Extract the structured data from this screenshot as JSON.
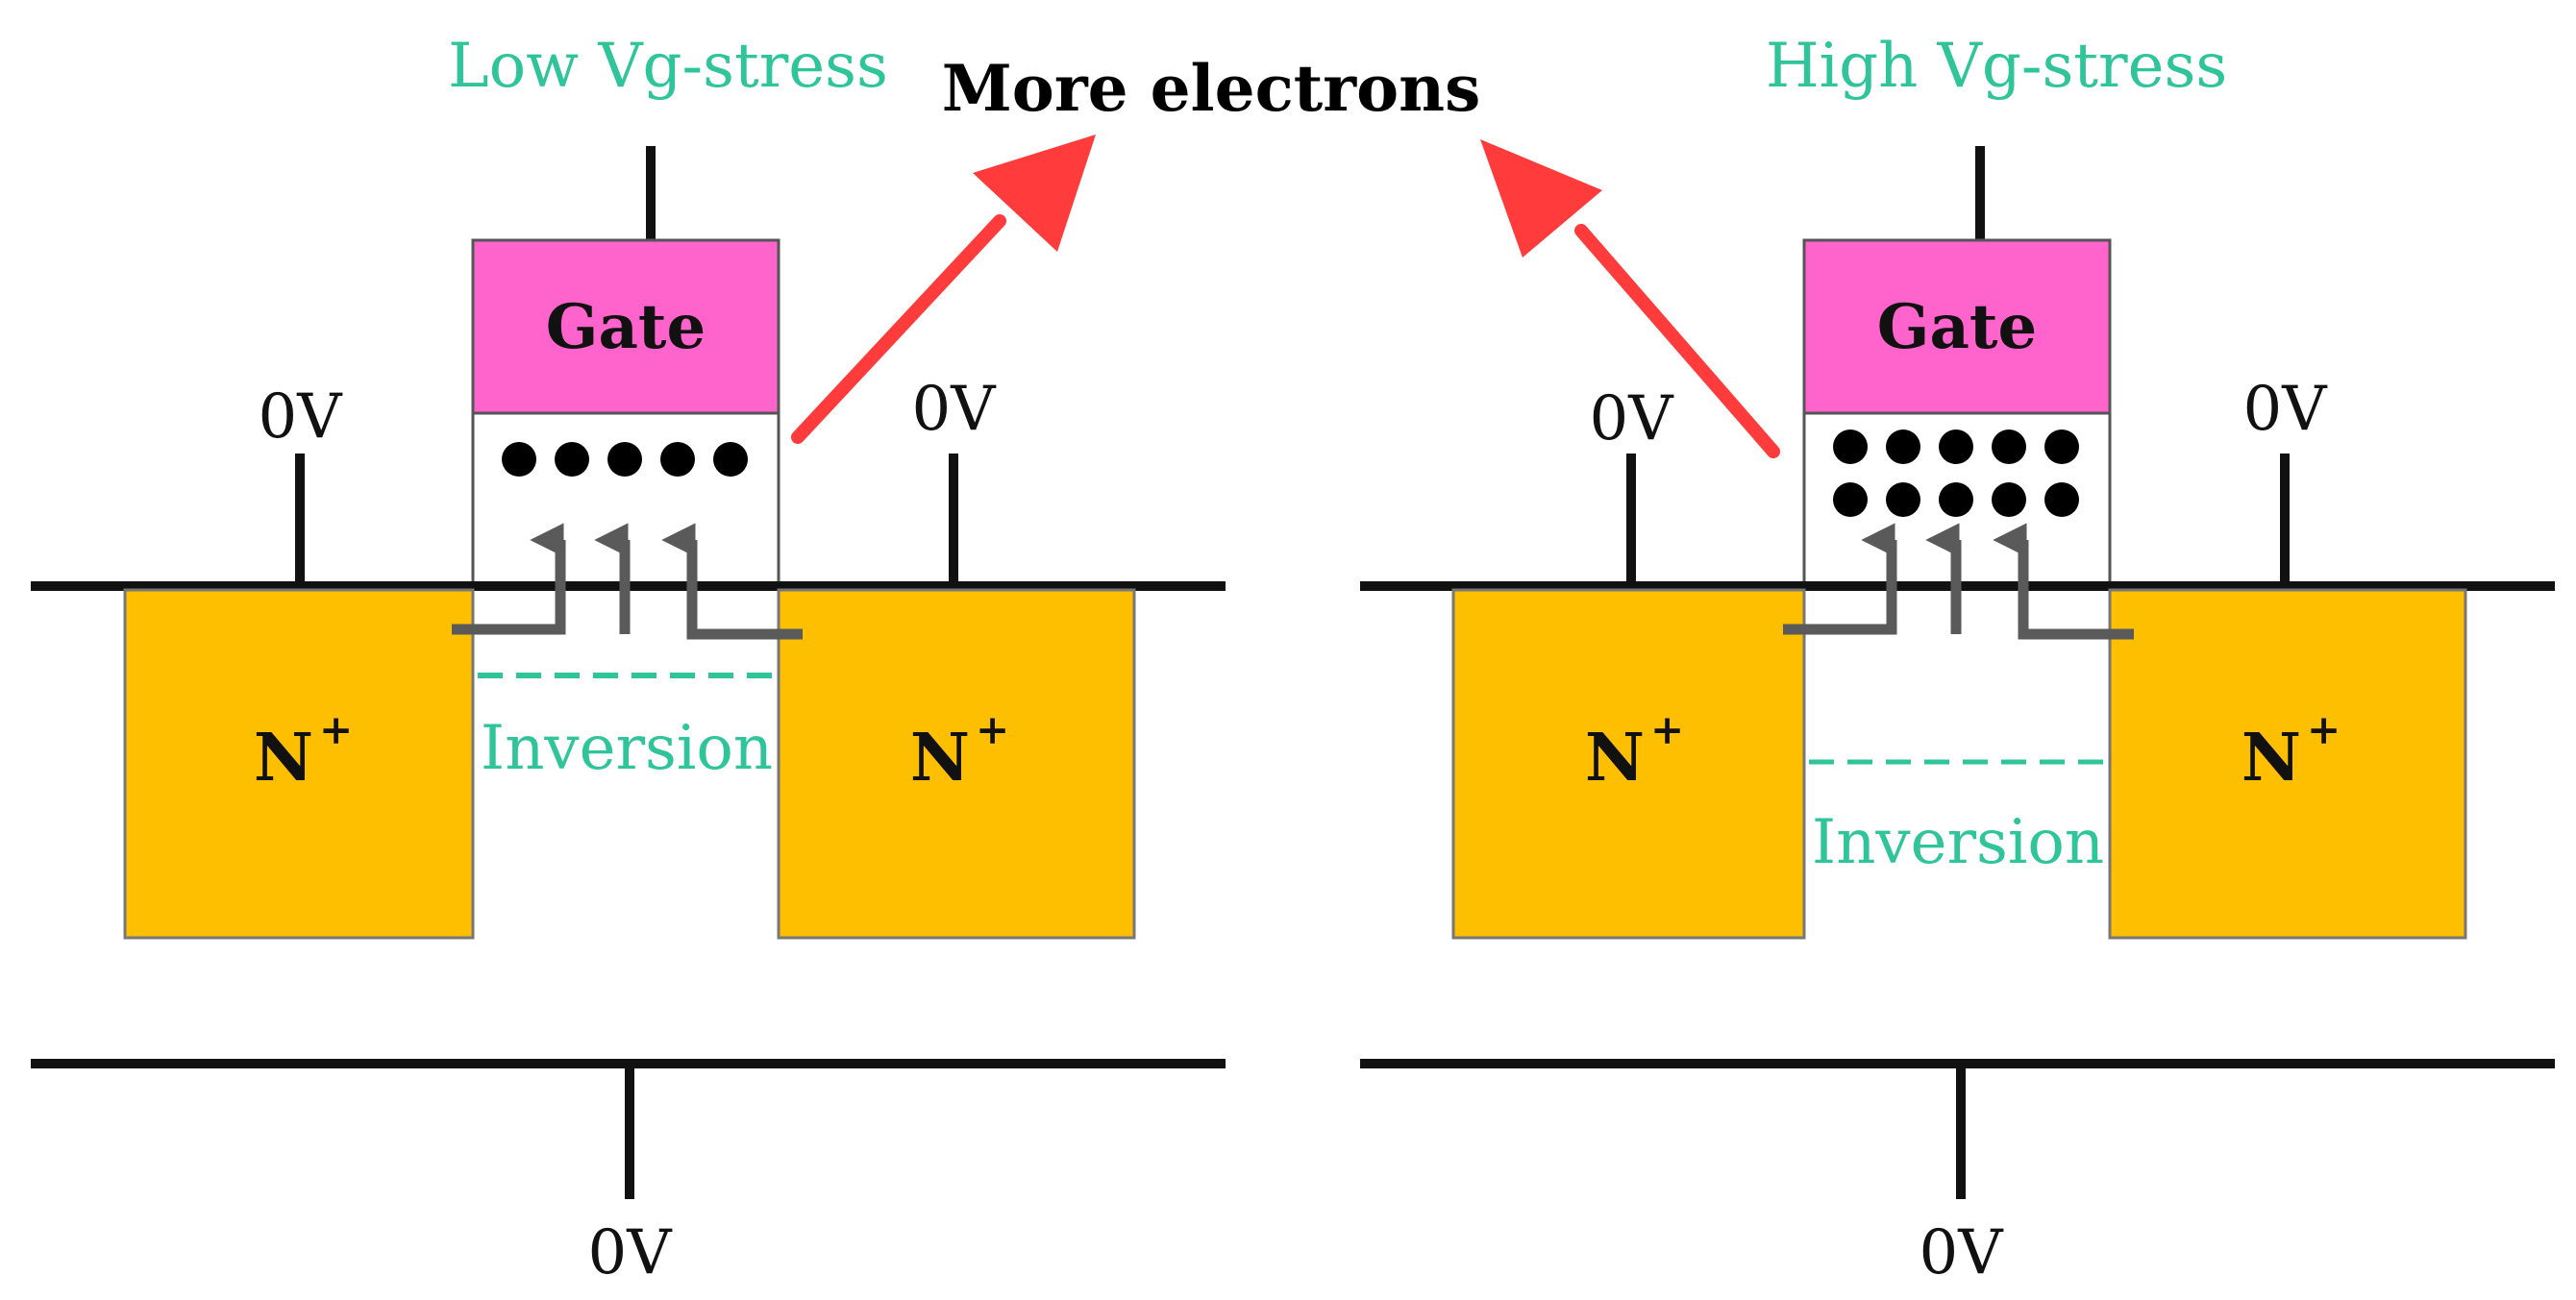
{
  "heading": "More electrons",
  "colors": {
    "gate": "#ff63cc",
    "diffusion": "#fdbf00",
    "inversion_line": "#2fc49a",
    "label_green": "#2fc49a",
    "arrow_red": "#ff3b3b",
    "flow_arrow": "#5a5a5a",
    "electron": "#000000"
  },
  "panels": [
    {
      "id": "low",
      "title": "Low Vg-stress",
      "gate_label": "Gate",
      "source_voltage": "0V",
      "drain_voltage": "0V",
      "substrate_voltage": "0V",
      "source_label": "N",
      "drain_label": "N",
      "doping_superscript": "+",
      "inversion_label": "Inversion",
      "electron_rows": 1,
      "electrons_per_row": 5
    },
    {
      "id": "high",
      "title": "High Vg-stress",
      "gate_label": "Gate",
      "source_voltage": "0V",
      "drain_voltage": "0V",
      "substrate_voltage": "0V",
      "source_label": "N",
      "drain_label": "N",
      "doping_superscript": "+",
      "inversion_label": "Inversion",
      "electron_rows": 2,
      "electrons_per_row": 5
    }
  ]
}
